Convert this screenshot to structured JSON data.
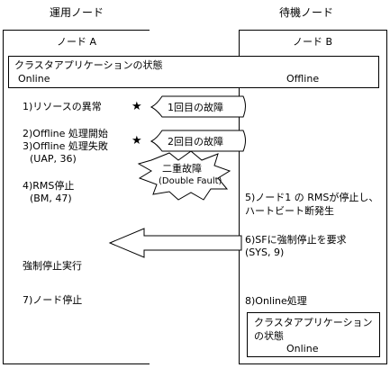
{
  "headers": {
    "left": "運用ノード",
    "right": "待機ノード"
  },
  "nodes": {
    "a": "ノード A",
    "b": "ノード B"
  },
  "state_box": {
    "title": "クラスタアプリケーションの状態",
    "left_value": "Online",
    "right_value": "Offline"
  },
  "left_events": {
    "e1": "1)リソースの異常",
    "e2": "2)Offline 処理開始",
    "e3": "3)Offline 処理失敗",
    "e3_code": "(UAP, 36)",
    "e4": "4)RMS停止",
    "e4_code": "(BM, 47)",
    "forced": "強制停止実行",
    "e7": "7)ノード停止"
  },
  "failures": {
    "first": "1回目の故障",
    "second": "2回目の故障"
  },
  "star": "★",
  "double_fault": {
    "line1": "二重故障",
    "line2": "(Double Fault)"
  },
  "right_events": {
    "e5_line1": "5)ノード1 の RMSが停止し、",
    "e5_line2": "ハートビート断発生",
    "e6_line1": "6)SFに強制停止を要求",
    "e6_line2": "(SYS, 9)",
    "e8": "8)Online処理"
  },
  "b_state": {
    "line1": "クラスタアプリケーション",
    "line2": "の状態",
    "value": "Online"
  }
}
